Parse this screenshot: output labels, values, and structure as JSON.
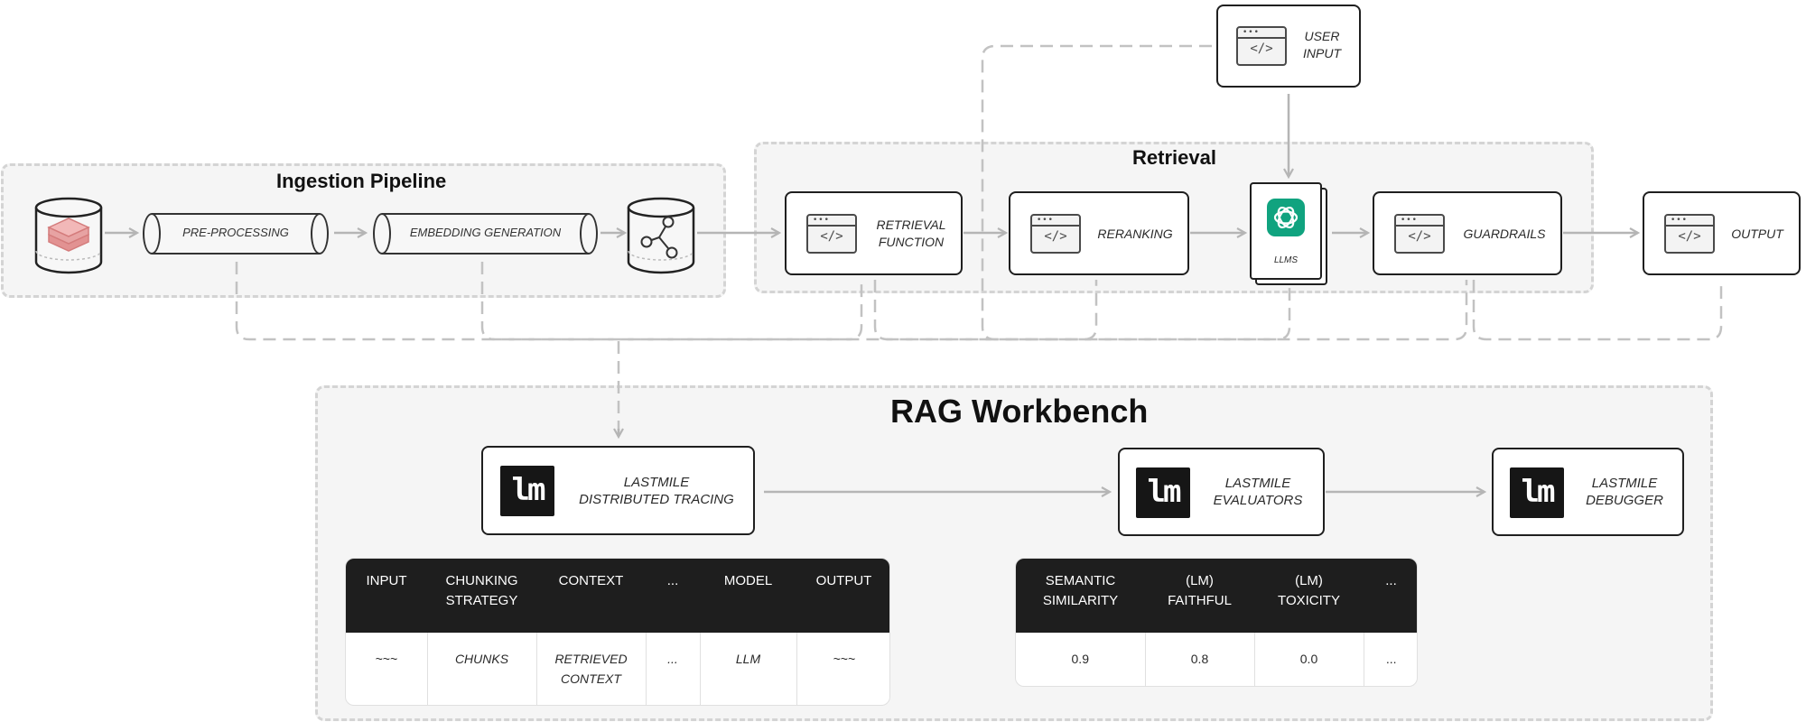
{
  "regions": {
    "ingestion": "Ingestion Pipeline",
    "retrieval": "Retrieval",
    "workbench": "RAG Workbench"
  },
  "nodes": {
    "pre_processing": "PRE-PROCESSING",
    "embedding_generation": "EMBEDDING GENERATION",
    "retrieval_function": [
      "RETRIEVAL",
      "FUNCTION"
    ],
    "reranking": "RERANKING",
    "llms": "LLMS",
    "guardrails": "GUARDRAILS",
    "output": "OUTPUT",
    "user_input": [
      "USER",
      "INPUT"
    ],
    "tracing": [
      "LASTMILE",
      "DISTRIBUTED TRACING"
    ],
    "evaluators": [
      "LASTMILE",
      "EVALUATORS"
    ],
    "debugger": [
      "LASTMILE",
      "DEBUGGER"
    ]
  },
  "icons": {
    "code_window": "code-window-icon",
    "data_source": "database-icon",
    "vector_db": "vector-database-icon",
    "openai": "openai-icon",
    "lastmile_logo": "lastmile-logo-icon",
    "logo_text": "lm"
  },
  "colors": {
    "region_bg": "#f5f5f5",
    "region_border": "#d4d4d4",
    "connector": "#b5b5b5",
    "table_header": "#1e1e1e",
    "data_source_accent": "#e7a3a3",
    "openai_green": "#10a37f"
  },
  "trace_table": {
    "headers": [
      [
        "INPUT"
      ],
      [
        "CHUNKING",
        "STRATEGY"
      ],
      [
        "CONTEXT"
      ],
      [
        "..."
      ],
      [
        "MODEL"
      ],
      [
        "OUTPUT"
      ]
    ],
    "row": [
      [
        "~~~"
      ],
      [
        "CHUNKS"
      ],
      [
        "RETRIEVED",
        "CONTEXT"
      ],
      [
        "..."
      ],
      [
        "LLM"
      ],
      [
        "~~~"
      ]
    ]
  },
  "eval_table": {
    "headers": [
      [
        "SEMANTIC",
        "SIMILARITY"
      ],
      [
        "(LM)",
        "FAITHFUL"
      ],
      [
        "(LM)",
        "TOXICITY"
      ],
      [
        "..."
      ]
    ],
    "row": [
      [
        "0.9"
      ],
      [
        "0.8"
      ],
      [
        "0.0"
      ],
      [
        "..."
      ]
    ]
  }
}
